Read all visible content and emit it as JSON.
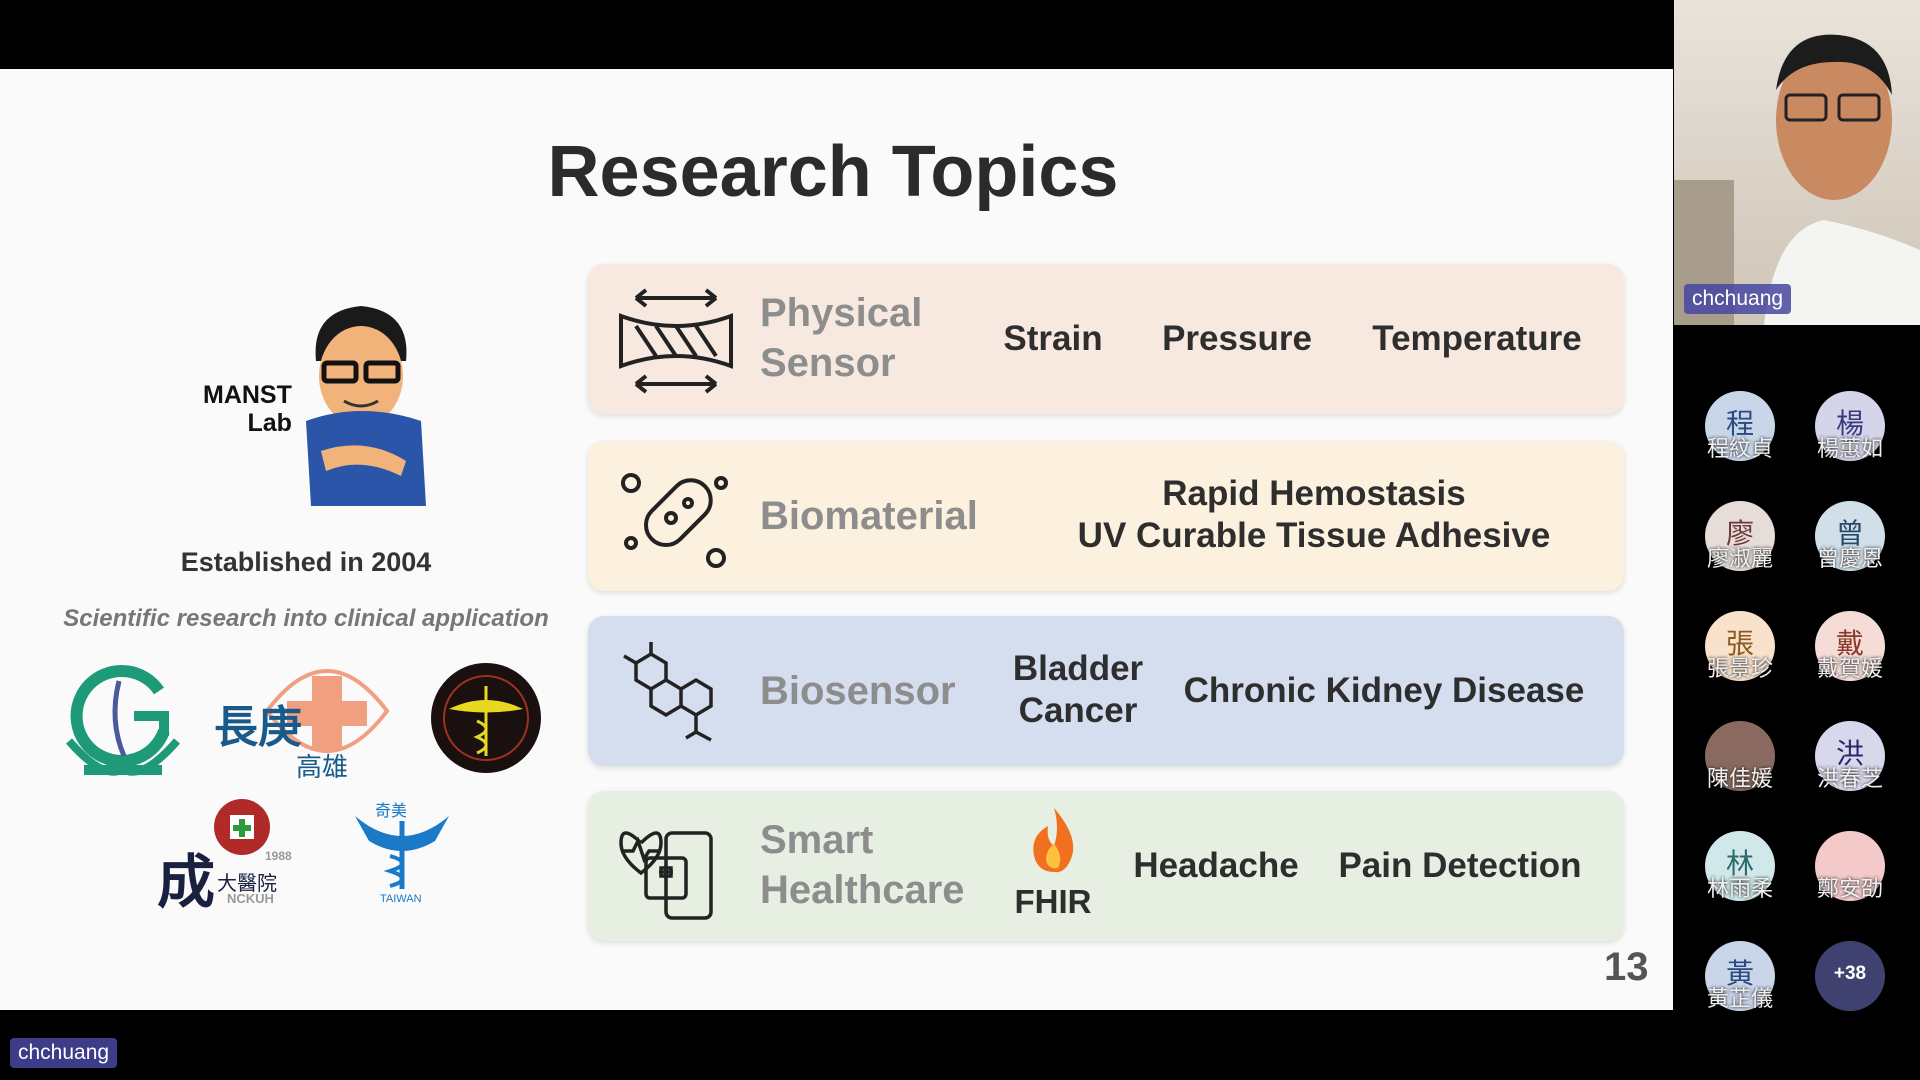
{
  "slide": {
    "title": "Research Topics",
    "lab_logo": {
      "line1": "MANST",
      "line2": "Lab"
    },
    "established": "Established in 2004",
    "tagline": "Scientific research into clinical application",
    "logos": {
      "cgmh": [
        "長庚",
        "高雄"
      ],
      "ncku": [
        "成",
        "大醫院",
        "NCKUH",
        "1988"
      ],
      "chimei": [
        "奇美",
        "TAIWAN"
      ]
    },
    "topics": [
      {
        "name_lines": [
          "Physical",
          "Sensor"
        ],
        "icon": "strain-arrows-icon",
        "color": "#f7e9e0",
        "items": [
          "Strain",
          "Pressure",
          "Temperature"
        ]
      },
      {
        "name_lines": [
          "Biomaterial"
        ],
        "icon": "bacteria-icon",
        "color": "#fcf0de",
        "items": [
          "Rapid Hemostasis",
          "UV Curable Tissue Adhesive"
        ]
      },
      {
        "name_lines": [
          "Biosensor"
        ],
        "icon": "molecule-icon",
        "color": "#d4deef",
        "items": [
          "Bladder",
          "Cancer",
          "Chronic Kidney Disease"
        ]
      },
      {
        "name_lines": [
          "Smart",
          "Healthcare"
        ],
        "icon": "phone-health-icon",
        "color": "#e6efe1",
        "items": [
          "FHIR",
          "Headache",
          "Pain Detection"
        ]
      }
    ],
    "page_number": "13"
  },
  "presenter": {
    "name": "chchuang"
  },
  "screen_share_label": "chchuang",
  "participants": [
    {
      "initial": "程",
      "name": "程紋貞",
      "color": "#c9d6ea",
      "fg": "#2a4a80"
    },
    {
      "initial": "楊",
      "name": "楊蕙如",
      "color": "#d4d4ea",
      "fg": "#3a3a80"
    },
    {
      "initial": "廖",
      "name": "廖淑麗",
      "color": "#e6dcd8",
      "fg": "#6a3a3a"
    },
    {
      "initial": "曾",
      "name": "曾慶恩",
      "color": "#d0dfe8",
      "fg": "#2a4a6a"
    },
    {
      "initial": "張",
      "name": "張景珍",
      "color": "#f8e2cc",
      "fg": "#8a5a20"
    },
    {
      "initial": "戴",
      "name": "戴賀媛",
      "color": "#f6dcd6",
      "fg": "#8a3a2a"
    },
    {
      "initial": "",
      "name": "陳佳媛",
      "color": "#8a6a60",
      "fg": "#fff"
    },
    {
      "initial": "洪",
      "name": "洪春芝",
      "color": "#d8d8ec",
      "fg": "#2a2a6a"
    },
    {
      "initial": "林",
      "name": "林雨柔",
      "color": "#d0e8ea",
      "fg": "#2a6a6a"
    },
    {
      "initial": "",
      "name": "鄭安劭",
      "color": "#f3c9c9",
      "fg": "#fff"
    },
    {
      "initial": "黃",
      "name": "黃芷儀",
      "color": "#c9d6ea",
      "fg": "#2a4a80"
    }
  ],
  "more_participants": "+38"
}
